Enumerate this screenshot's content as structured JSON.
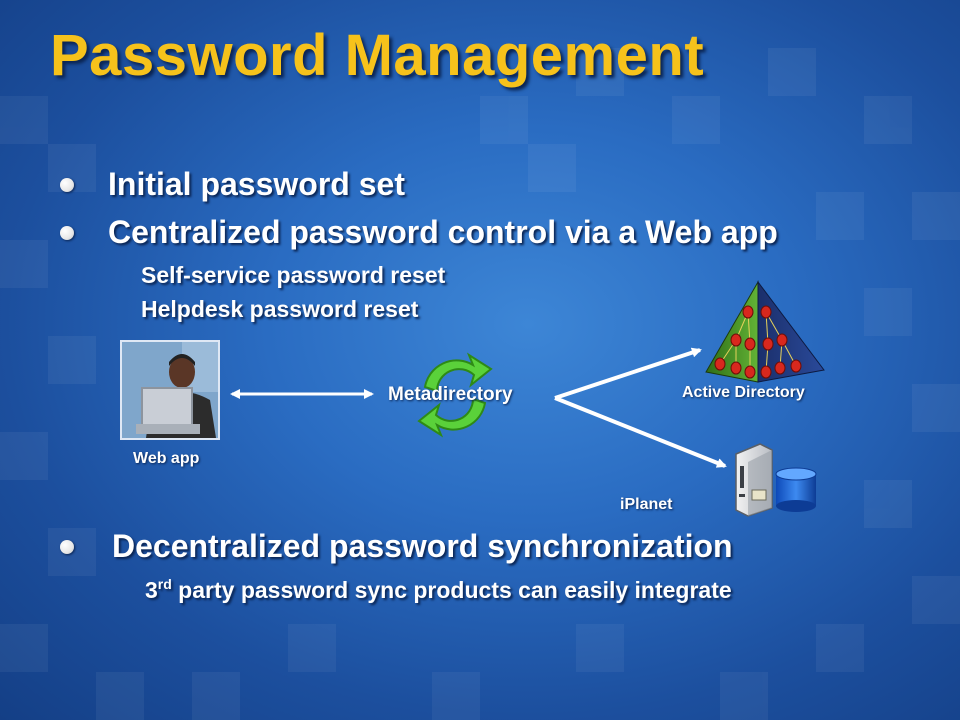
{
  "title": "Password Management",
  "bullets": {
    "initial": "Initial password set",
    "centralized": "Centralized password control via a Web app",
    "self_service": "Self-service password reset",
    "helpdesk": "Helpdesk password reset",
    "decentralized": "Decentralized password synchronization",
    "third_party_num": "3",
    "third_party_sup": "rd",
    "third_party_rest": " party password sync products can easily integrate"
  },
  "diagram": {
    "web_app": "Web app",
    "metadirectory": "Metadirectory",
    "active_directory": "Active Directory",
    "iplanet": "iPlanet"
  },
  "colors": {
    "title": "#f6c21b",
    "text": "#ffffff",
    "background": "#2a6cc2",
    "recycle": "#5ad13a",
    "pyramid": "#4e9a2a",
    "node": "#d8281e"
  }
}
